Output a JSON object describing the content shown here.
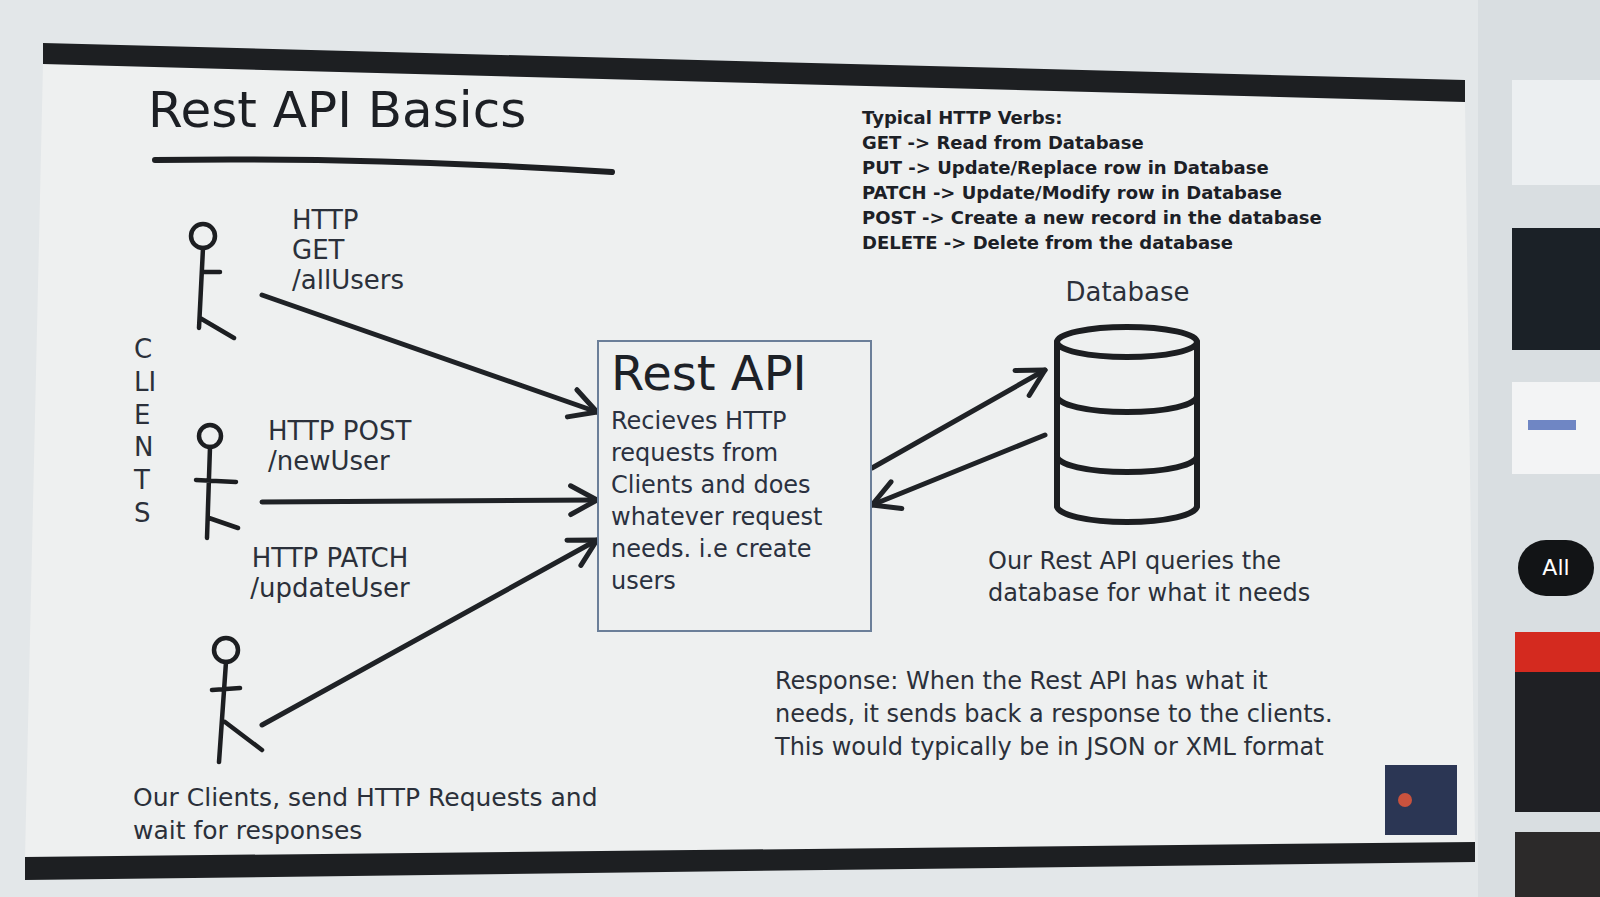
{
  "diagram": {
    "title": "Rest API Basics",
    "nodes": [
      {
        "text": [
          "CLIENTS"
        ]
      },
      {
        "text": [
          "Rest API",
          "Recieves HTTP requests from Clients and does whatever request needs. i.e create users"
        ]
      },
      {
        "text": [
          "Database"
        ]
      }
    ],
    "edges": [
      {
        "from": 0,
        "to": 1,
        "label": "HTTP GET /allUsers",
        "arrow": "to"
      },
      {
        "from": 0,
        "to": 1,
        "label": "HTTP POST /newUser",
        "arrow": "to"
      },
      {
        "from": 0,
        "to": 1,
        "label": "HTTP PATCH /updateUser",
        "arrow": "to"
      },
      {
        "from": 1,
        "to": 2,
        "arrow": "to"
      },
      {
        "from": 2,
        "to": 1,
        "arrow": "to"
      }
    ],
    "labels": [
      "Typical HTTP Verbs:",
      "GET -> Read from Database",
      "PUT -> Update/Replace row in Database",
      "PATCH -> Update/Modify row in Database",
      "POST -> Create a new record in the database",
      "DELETE -> Delete from the database",
      "Our Rest API queries the database for what it needs",
      "Our Clients, send HTTP Requests and wait for responses",
      "Response: When the Rest API has what it needs, it sends back a response to the clients. This would typically be in JSON or XML format",
      "All"
    ]
  }
}
